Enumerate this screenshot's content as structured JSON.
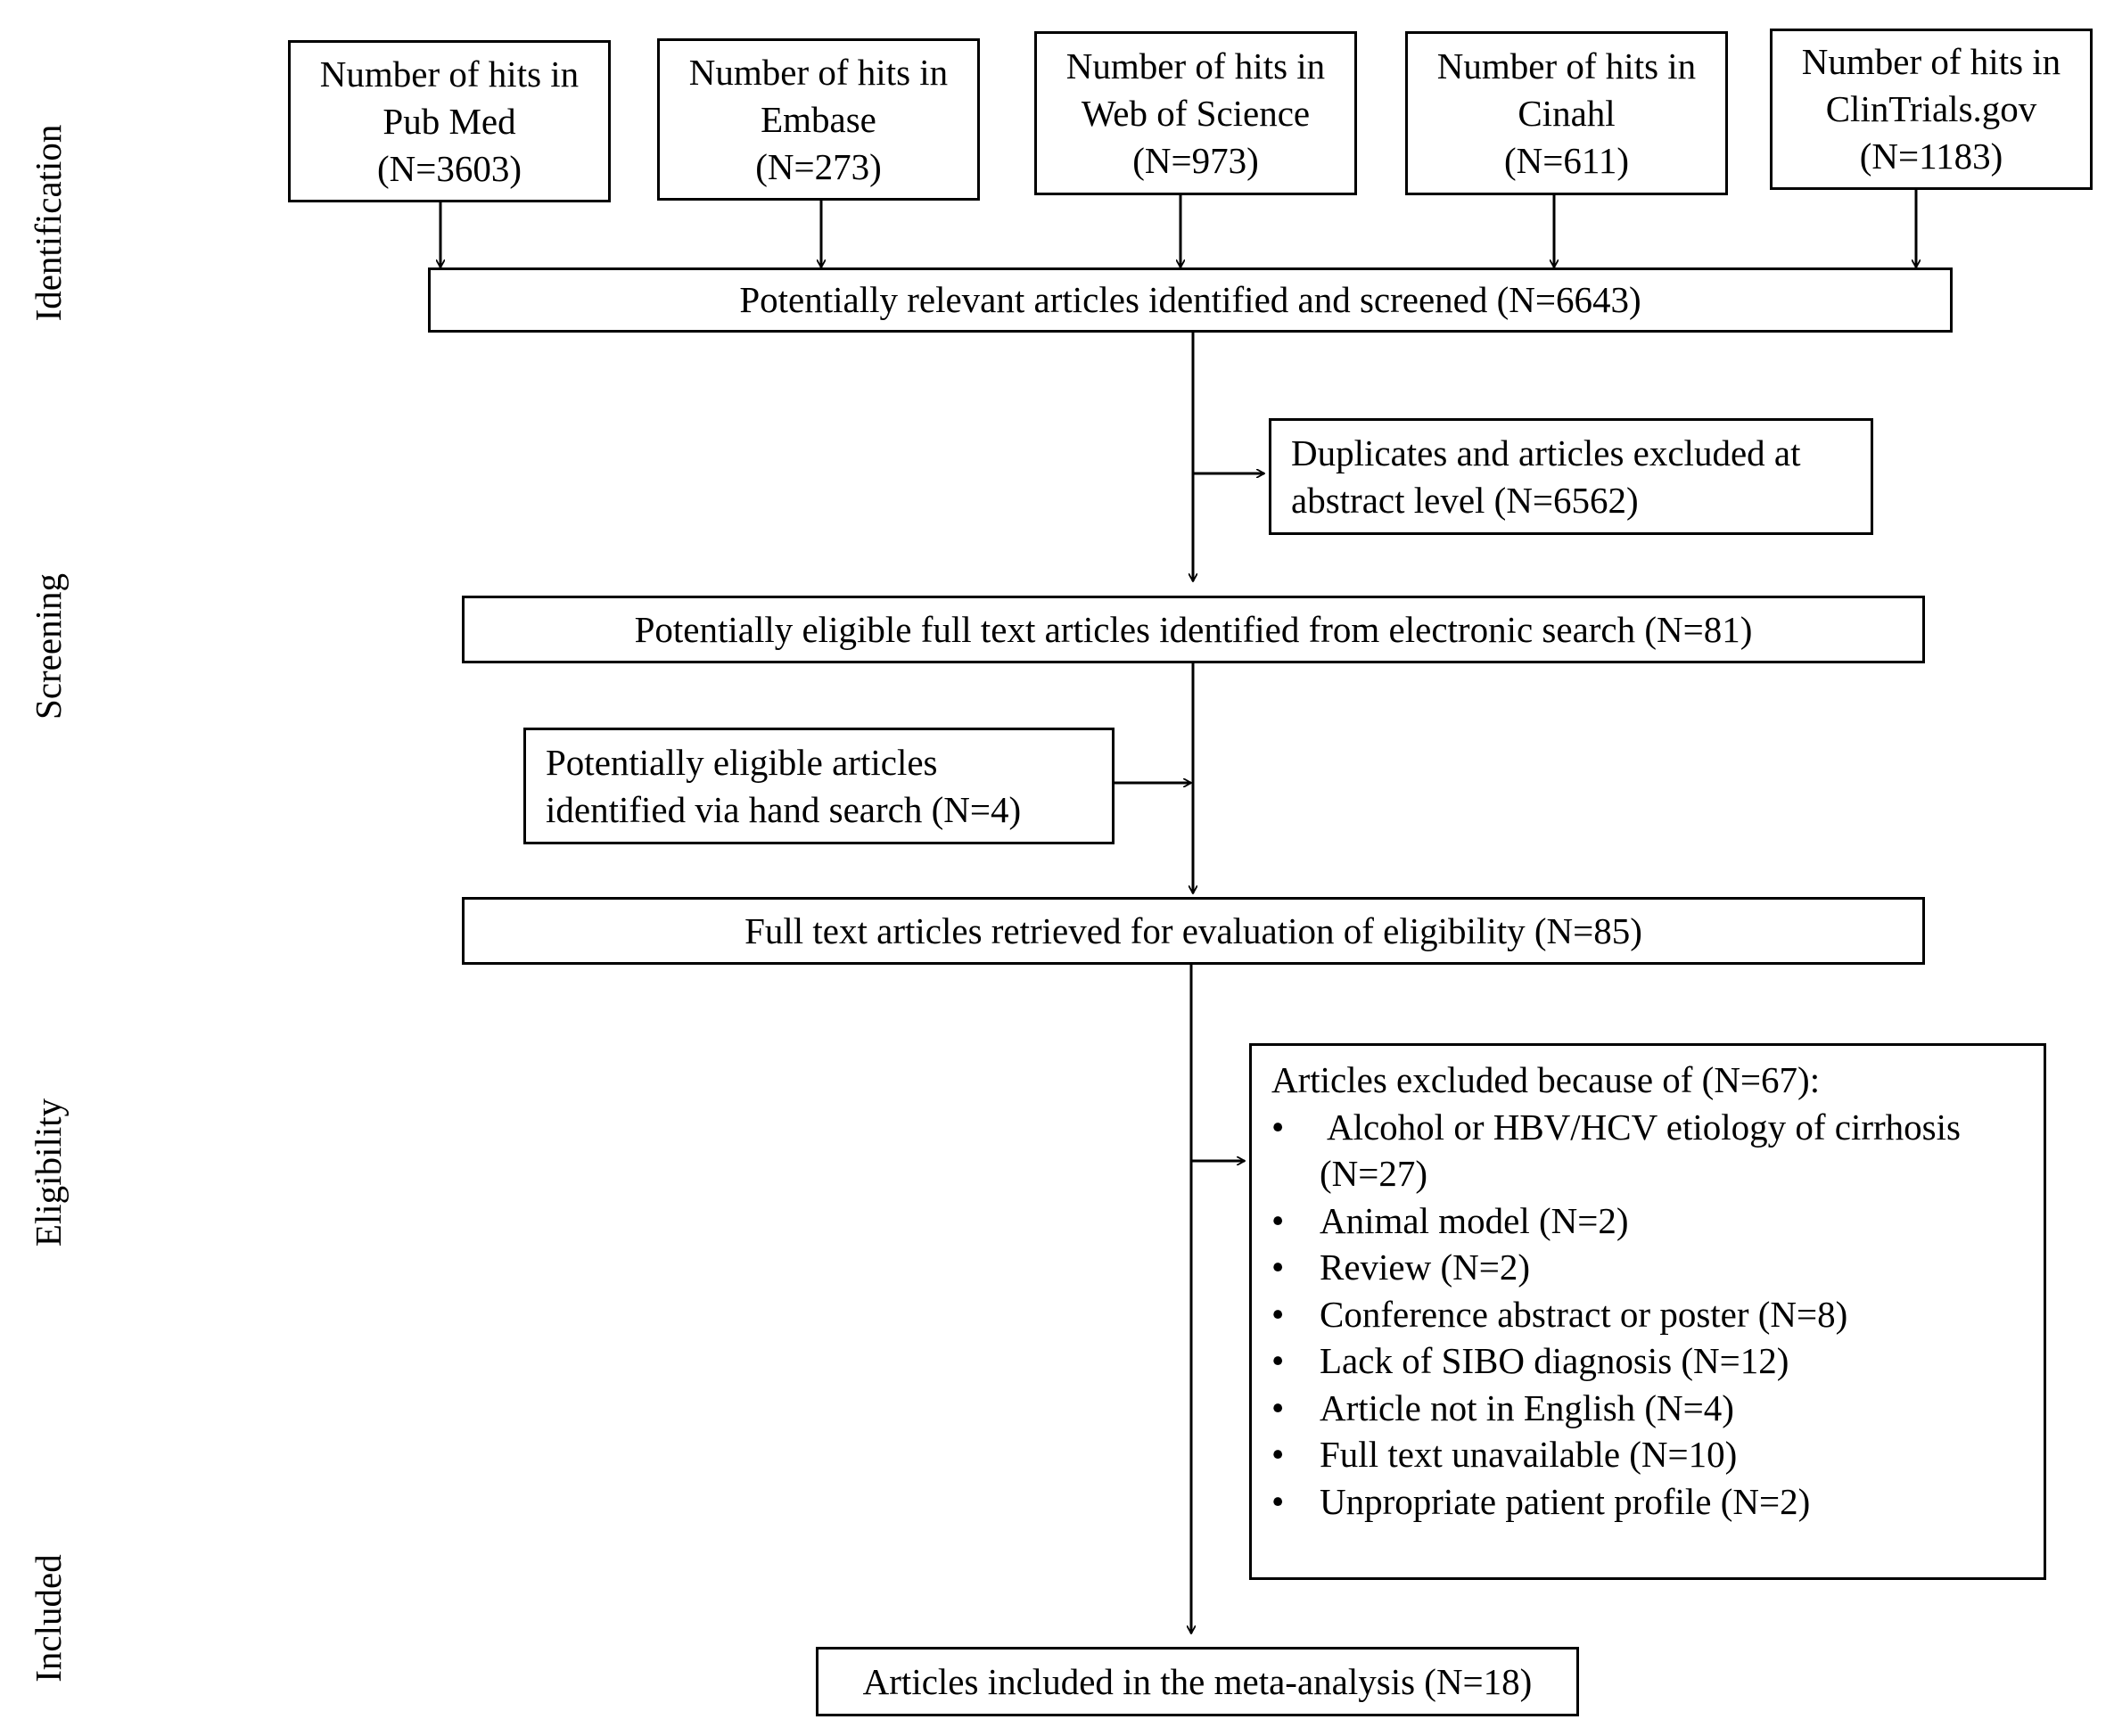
{
  "stages": {
    "identification": "Identification",
    "screening": "Screening",
    "eligibility": "Eligibility",
    "included": "Included"
  },
  "sources": [
    {
      "lines": [
        "Number of hits in",
        "Pub Med",
        "(N=3603)"
      ]
    },
    {
      "lines": [
        "Number of hits in",
        "Embase",
        "(N=273)"
      ]
    },
    {
      "lines": [
        "Number of hits in",
        "Web of Science",
        "(N=973)"
      ]
    },
    {
      "lines": [
        "Number of hits in",
        "Cinahl",
        "(N=611)"
      ]
    },
    {
      "lines": [
        "Number of hits in",
        "ClinTrials.gov",
        "(N=1183)"
      ]
    }
  ],
  "identified": "Potentially relevant articles identified and screened (N=6643)",
  "duplicates_excluded": [
    "Duplicates and articles excluded at",
    "abstract level (N=6562)"
  ],
  "eligible_electronic": "Potentially eligible full text articles identified from electronic search (N=81)",
  "hand_search": [
    "Potentially eligible articles",
    "identified via hand search (N=4)"
  ],
  "retrieved": "Full text articles retrieved for evaluation of eligibility (N=85)",
  "excluded": {
    "heading": "Articles excluded because of (N=67):",
    "bullet": "•",
    "items": [
      {
        "text": " Alcohol or HBV/HCV etiology of cirrhosis",
        "continuation": "(N=27)"
      },
      {
        "text": "Animal model (N=2)"
      },
      {
        "text": "Review (N=2)"
      },
      {
        "text": "Conference abstract or poster (N=8)"
      },
      {
        "text": "Lack of SIBO diagnosis (N=12)"
      },
      {
        "text": "Article not in English (N=4)"
      },
      {
        "text": "Full text unavailable (N=10)"
      },
      {
        "text": "Unpropriate patient profile (N=2)"
      }
    ]
  },
  "included": "Articles included in the meta-analysis (N=18)"
}
